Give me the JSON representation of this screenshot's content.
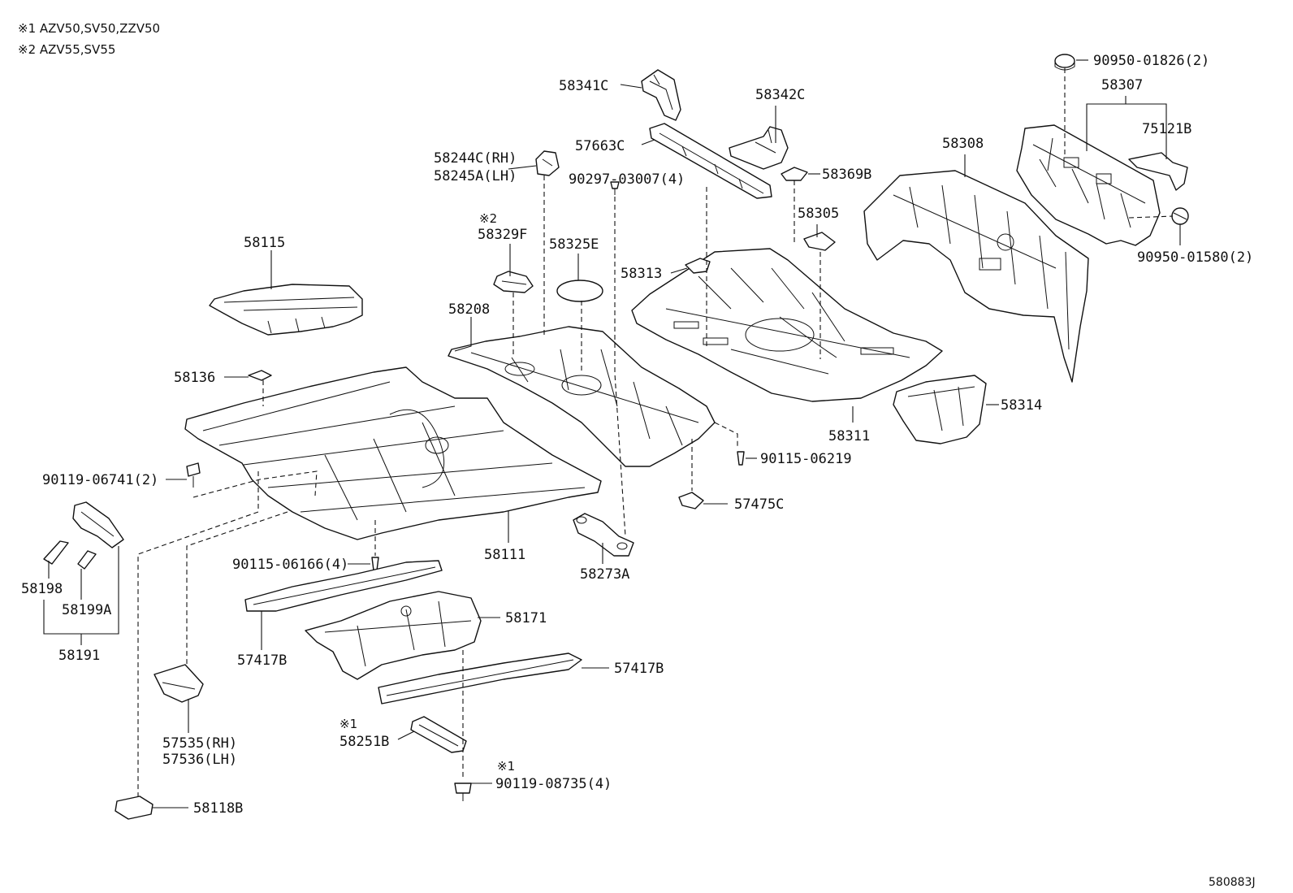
{
  "notes": [
    "※1 AZV50,SV50,ZZV50",
    "※2 AZV55,SV55"
  ],
  "reference": "580883J",
  "labels": {
    "p58341C": "58341C",
    "p58342C": "58342C",
    "p57663C": "57663C",
    "p58244C": "58244C(RH)",
    "p58245A": "58245A(LH)",
    "p90297": "90297-03007(4)",
    "p58369B": "58369B",
    "p90950_01826": "90950-01826(2)",
    "p58307": "58307",
    "p75121B": "75121B",
    "p58308": "58308",
    "p90950_01580": "90950-01580(2)",
    "p58305": "58305",
    "n2_58329F": "※2",
    "p58329F": "58329F",
    "p58325E": "58325E",
    "p58313": "58313",
    "p58115": "58115",
    "p58208": "58208",
    "p58136": "58136",
    "p58314": "58314",
    "p58311": "58311",
    "p90115_06219": "90115-06219",
    "p90119_06741": "90119-06741(2)",
    "p57475C": "57475C",
    "p58111": "58111",
    "p58273A": "58273A",
    "p90115_06166": "90115-06166(4)",
    "p58198": "58198",
    "p58199A": "58199A",
    "p58191": "58191",
    "p58171": "58171",
    "p57417B_left": "57417B",
    "p57417B_right": "57417B",
    "p57535": "57535(RH)",
    "p57536": "57536(LH)",
    "n1_58251B": "※1",
    "p58251B": "58251B",
    "n1_90119": "※1",
    "p90119_08735": "90119-08735(4)",
    "p58118B": "58118B"
  }
}
